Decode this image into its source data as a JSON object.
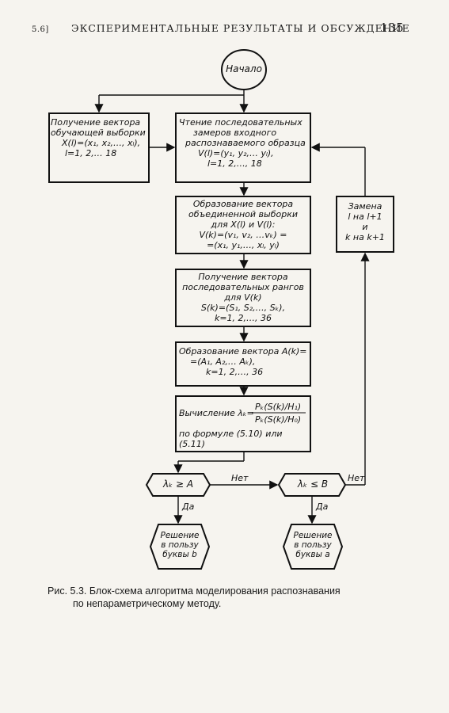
{
  "header": {
    "section": "5.6]",
    "title": "ЭКСПЕРИМЕНТАЛЬНЫЕ РЕЗУЛЬТАТЫ И ОБСУЖДЕНИЕ",
    "page": "135"
  },
  "nodes": {
    "start": "Начало",
    "training": [
      "Получение вектора",
      "обучающей выборки",
      "X(l)=(x₁, x₂,…, xₗ),",
      "l=1, 2,… 18"
    ],
    "read": [
      "Чтение последовательных",
      "замеров входного",
      "распознаваемого образца",
      "V(l)=(y₁, y₂,… yₗ),",
      "l=1, 2,…, 18"
    ],
    "combined": [
      "Образование вектора",
      "объединенной выборки",
      "для X(l) и V(l):",
      "V(k)=(v₁, v₂, …vₖ) =",
      "=(x₁, y₁,…, xₗ, yₗ)"
    ],
    "ranks": [
      "Получение вектора",
      "последовательных рангов",
      "для V(k)",
      "S(k)=(S₁, S₂,…, Sₖ),",
      "k=1, 2,…, 36"
    ],
    "vectorA": [
      "Образование вектора A(k)=",
      "=(A₁, A₂,… Aₖ),",
      "k=1, 2,…, 36"
    ],
    "compute": {
      "prefix": "Вычисление λₖ=",
      "numerator": "Pₖ(S(k)/H₁)",
      "denominator": "Pₖ(S(k)/H₀)",
      "lines": [
        "по формуле (5.10) или",
        "(5.11)"
      ]
    },
    "replace": [
      "Замена",
      "l на l+1",
      "и",
      "k на k+1"
    ],
    "cond1": "λₖ ≥ A",
    "cond2": "λₖ ≤ B",
    "decisionB": [
      "Решение",
      "в пользу",
      "буквы b"
    ],
    "decisionA": [
      "Решение",
      "в пользу",
      "буквы a"
    ]
  },
  "edges": {
    "no1": "Нет",
    "no2": "Нет",
    "yes1": "Да",
    "yes2": "Да"
  },
  "caption": [
    "Рис. 5.3. Блок-схема алгоритма моделирования распознавания",
    "по непараметрическому методу."
  ]
}
